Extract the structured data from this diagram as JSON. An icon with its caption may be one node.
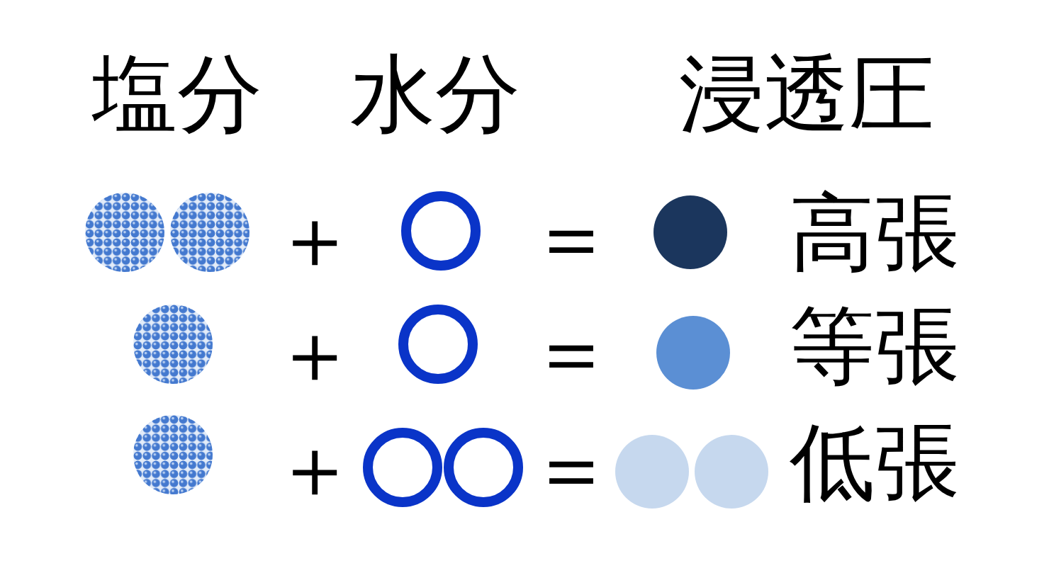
{
  "diagram": {
    "nodes": [
      {
        "text": [],
        "shape": "circle"
      },
      {
        "text": [],
        "shape": "circle"
      },
      {
        "text": [],
        "shape": "ring"
      },
      {
        "text": [],
        "shape": "circle"
      },
      {
        "text": [],
        "shape": "circle"
      },
      {
        "text": [],
        "shape": "ring"
      },
      {
        "text": [],
        "shape": "circle"
      },
      {
        "text": [],
        "shape": "circle"
      },
      {
        "text": [],
        "shape": "ring"
      },
      {
        "text": [],
        "shape": "ring"
      },
      {
        "text": [],
        "shape": "circle"
      },
      {
        "text": [],
        "shape": "circle"
      }
    ],
    "labels": [
      "塩分",
      "水分",
      "浸透圧",
      "＋",
      "＝",
      "高張",
      "＋",
      "＝",
      "等張",
      "＋",
      "＝",
      "低張"
    ]
  }
}
